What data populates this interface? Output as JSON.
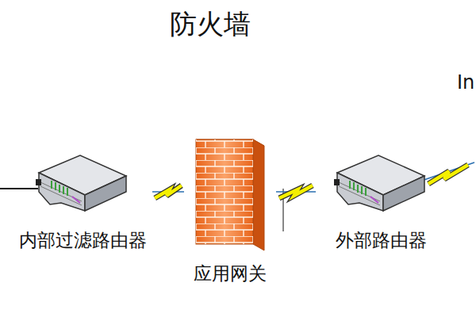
{
  "diagram": {
    "title": "防火墙",
    "nodes": [
      {
        "text": [
          "内部过滤路由器"
        ]
      },
      {
        "text": [
          "应用网关"
        ]
      },
      {
        "text": [
          "外部路由器"
        ]
      }
    ],
    "edges": [
      {
        "from": 0,
        "to": 1,
        "arrow": "none"
      },
      {
        "from": 1,
        "to": 2,
        "arrow": "none"
      }
    ],
    "labels": [
      "In"
    ]
  }
}
